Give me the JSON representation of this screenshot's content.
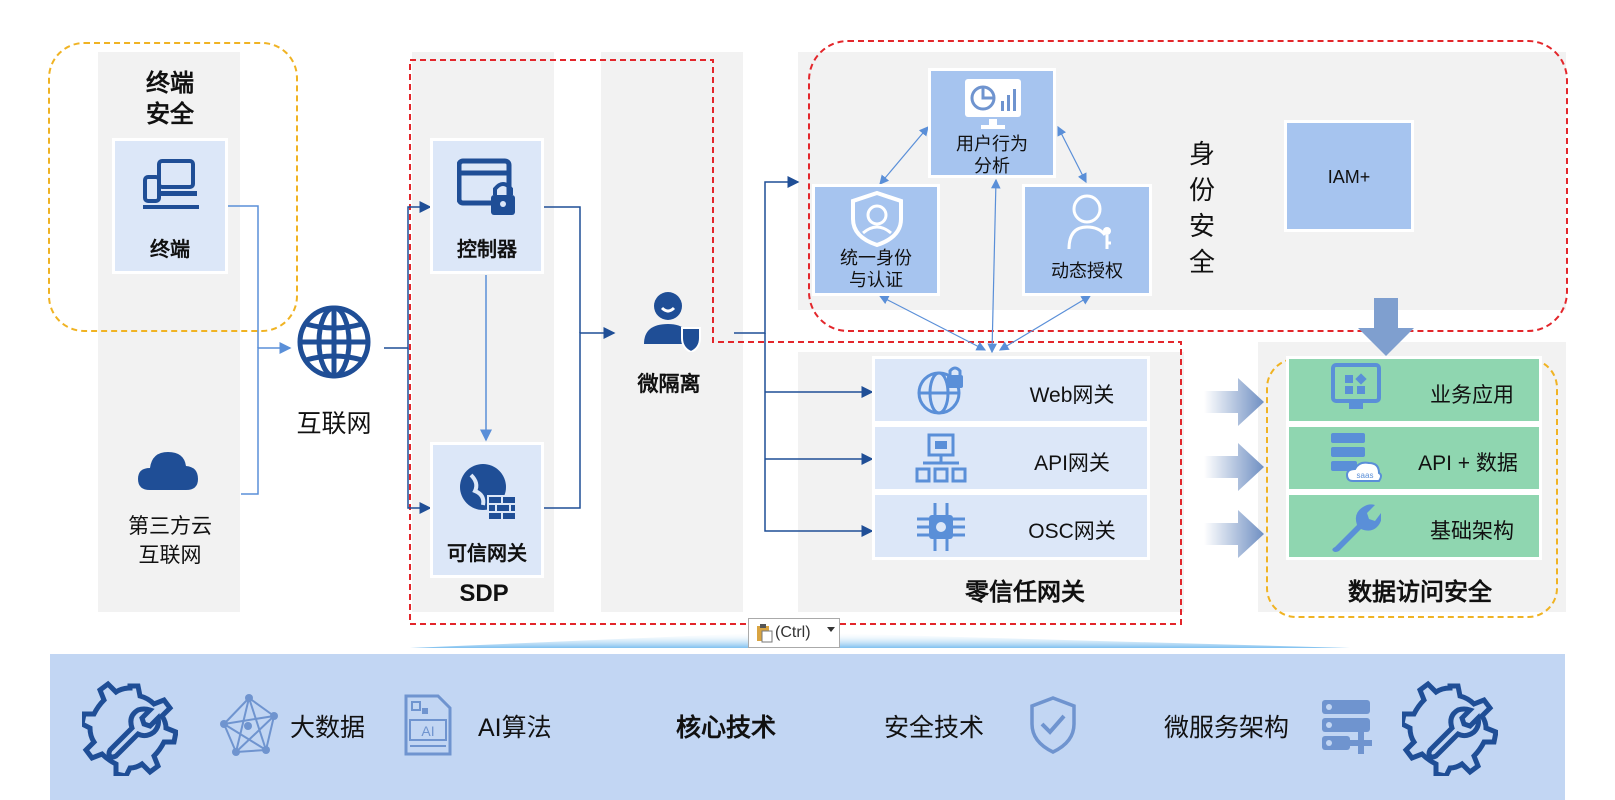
{
  "endpoint": {
    "title": "终端\n安全",
    "device_label": "终端",
    "cloud_label": "第三方云\n互联网"
  },
  "internet": {
    "label": "互联网"
  },
  "sdp": {
    "controller_label": "控制器",
    "gateway_label": "可信网关",
    "title": "SDP"
  },
  "micro_isolation": {
    "label": "微隔离"
  },
  "identity": {
    "behavior_label": "用户行为\n分析",
    "auth_label": "统一身份\n与认证",
    "dynamic_auth_label": "动态授权",
    "title": "身份\n安全",
    "iam_label": "IAM+"
  },
  "zero_trust": {
    "gateways": [
      "Web网关",
      "API网关",
      "OSC网关"
    ],
    "title": "零信任网关"
  },
  "data_access": {
    "items": [
      "业务应用",
      "API + 数据",
      "基础架构"
    ],
    "title": "数据访问安全"
  },
  "paste_tag": {
    "label": "(Ctrl)"
  },
  "core_tech": {
    "items": [
      "大数据",
      "AI算法",
      "核心技术",
      "安全技术",
      "微服务架构"
    ],
    "ai_icon_text": "AI"
  },
  "colors": {
    "icon_blue": "#1f4e96",
    "panel_gray": "#f2f2f2",
    "tile_light": "#dce7f8",
    "tile_mid": "#a6c4ef",
    "tile_green": "#8fd6b0",
    "band": "#c2d6f3",
    "dash_red": "#e3262b",
    "dash_orange": "#f0b323"
  }
}
